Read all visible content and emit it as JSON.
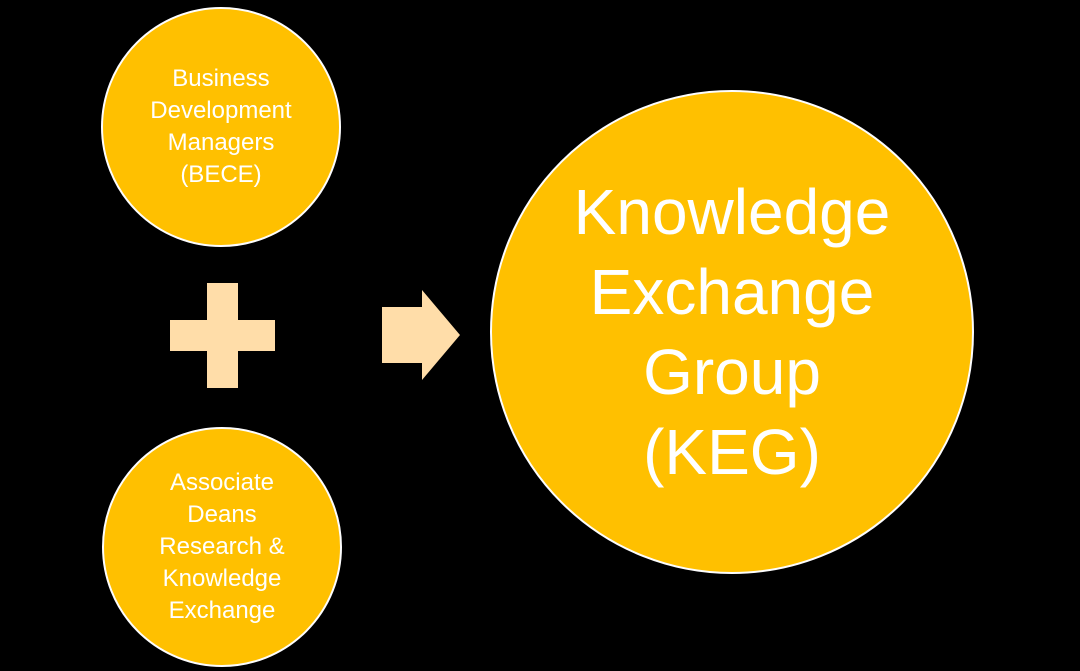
{
  "title": "Knowledge Exchange Group formation diagram",
  "colors": {
    "background": "#000000",
    "circle_fill": "#FFC000",
    "circle_border": "#FDFDFD",
    "operator_fill": "#FFDDA9",
    "text": "#FFFFFF"
  },
  "diagram": {
    "bdm_circle": {
      "lines": [
        "Business",
        "Development",
        "Managers",
        "(BECE)"
      ]
    },
    "adrke_circle": {
      "lines": [
        "Associate",
        "Deans",
        "Research &",
        "Knowledge",
        "Exchange"
      ]
    },
    "operators": {
      "plus": "plus",
      "arrow": "right-arrow"
    },
    "keg_circle": {
      "lines": [
        "Knowledge",
        "Exchange",
        "Group",
        "(KEG)"
      ]
    }
  }
}
